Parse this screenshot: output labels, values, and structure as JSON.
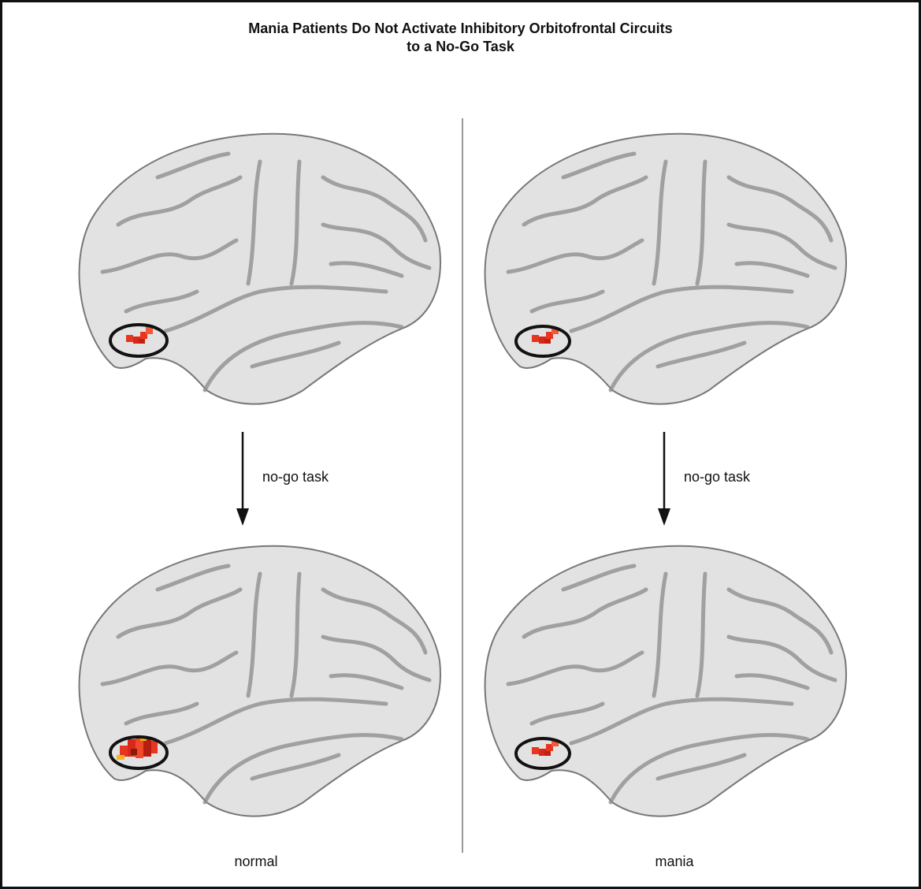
{
  "title": {
    "line1": "Mania Patients Do Not Activate Inhibitory Orbitofrontal Circuits",
    "line2": "to a No-Go Task"
  },
  "panels": [
    {
      "arrow_label": "no-go task",
      "caption": "normal",
      "activation_before": "small",
      "activation_after": "large"
    },
    {
      "arrow_label": "no-go task",
      "caption": "mania",
      "activation_before": "small",
      "activation_after": "small"
    }
  ],
  "colors": {
    "brain": "#e2e2e2",
    "sulcus": "#8a8a8a",
    "activation": "#e8351f",
    "activation_hot": "#f7b21c",
    "ellipse": "#111111",
    "divider": "#999999"
  }
}
